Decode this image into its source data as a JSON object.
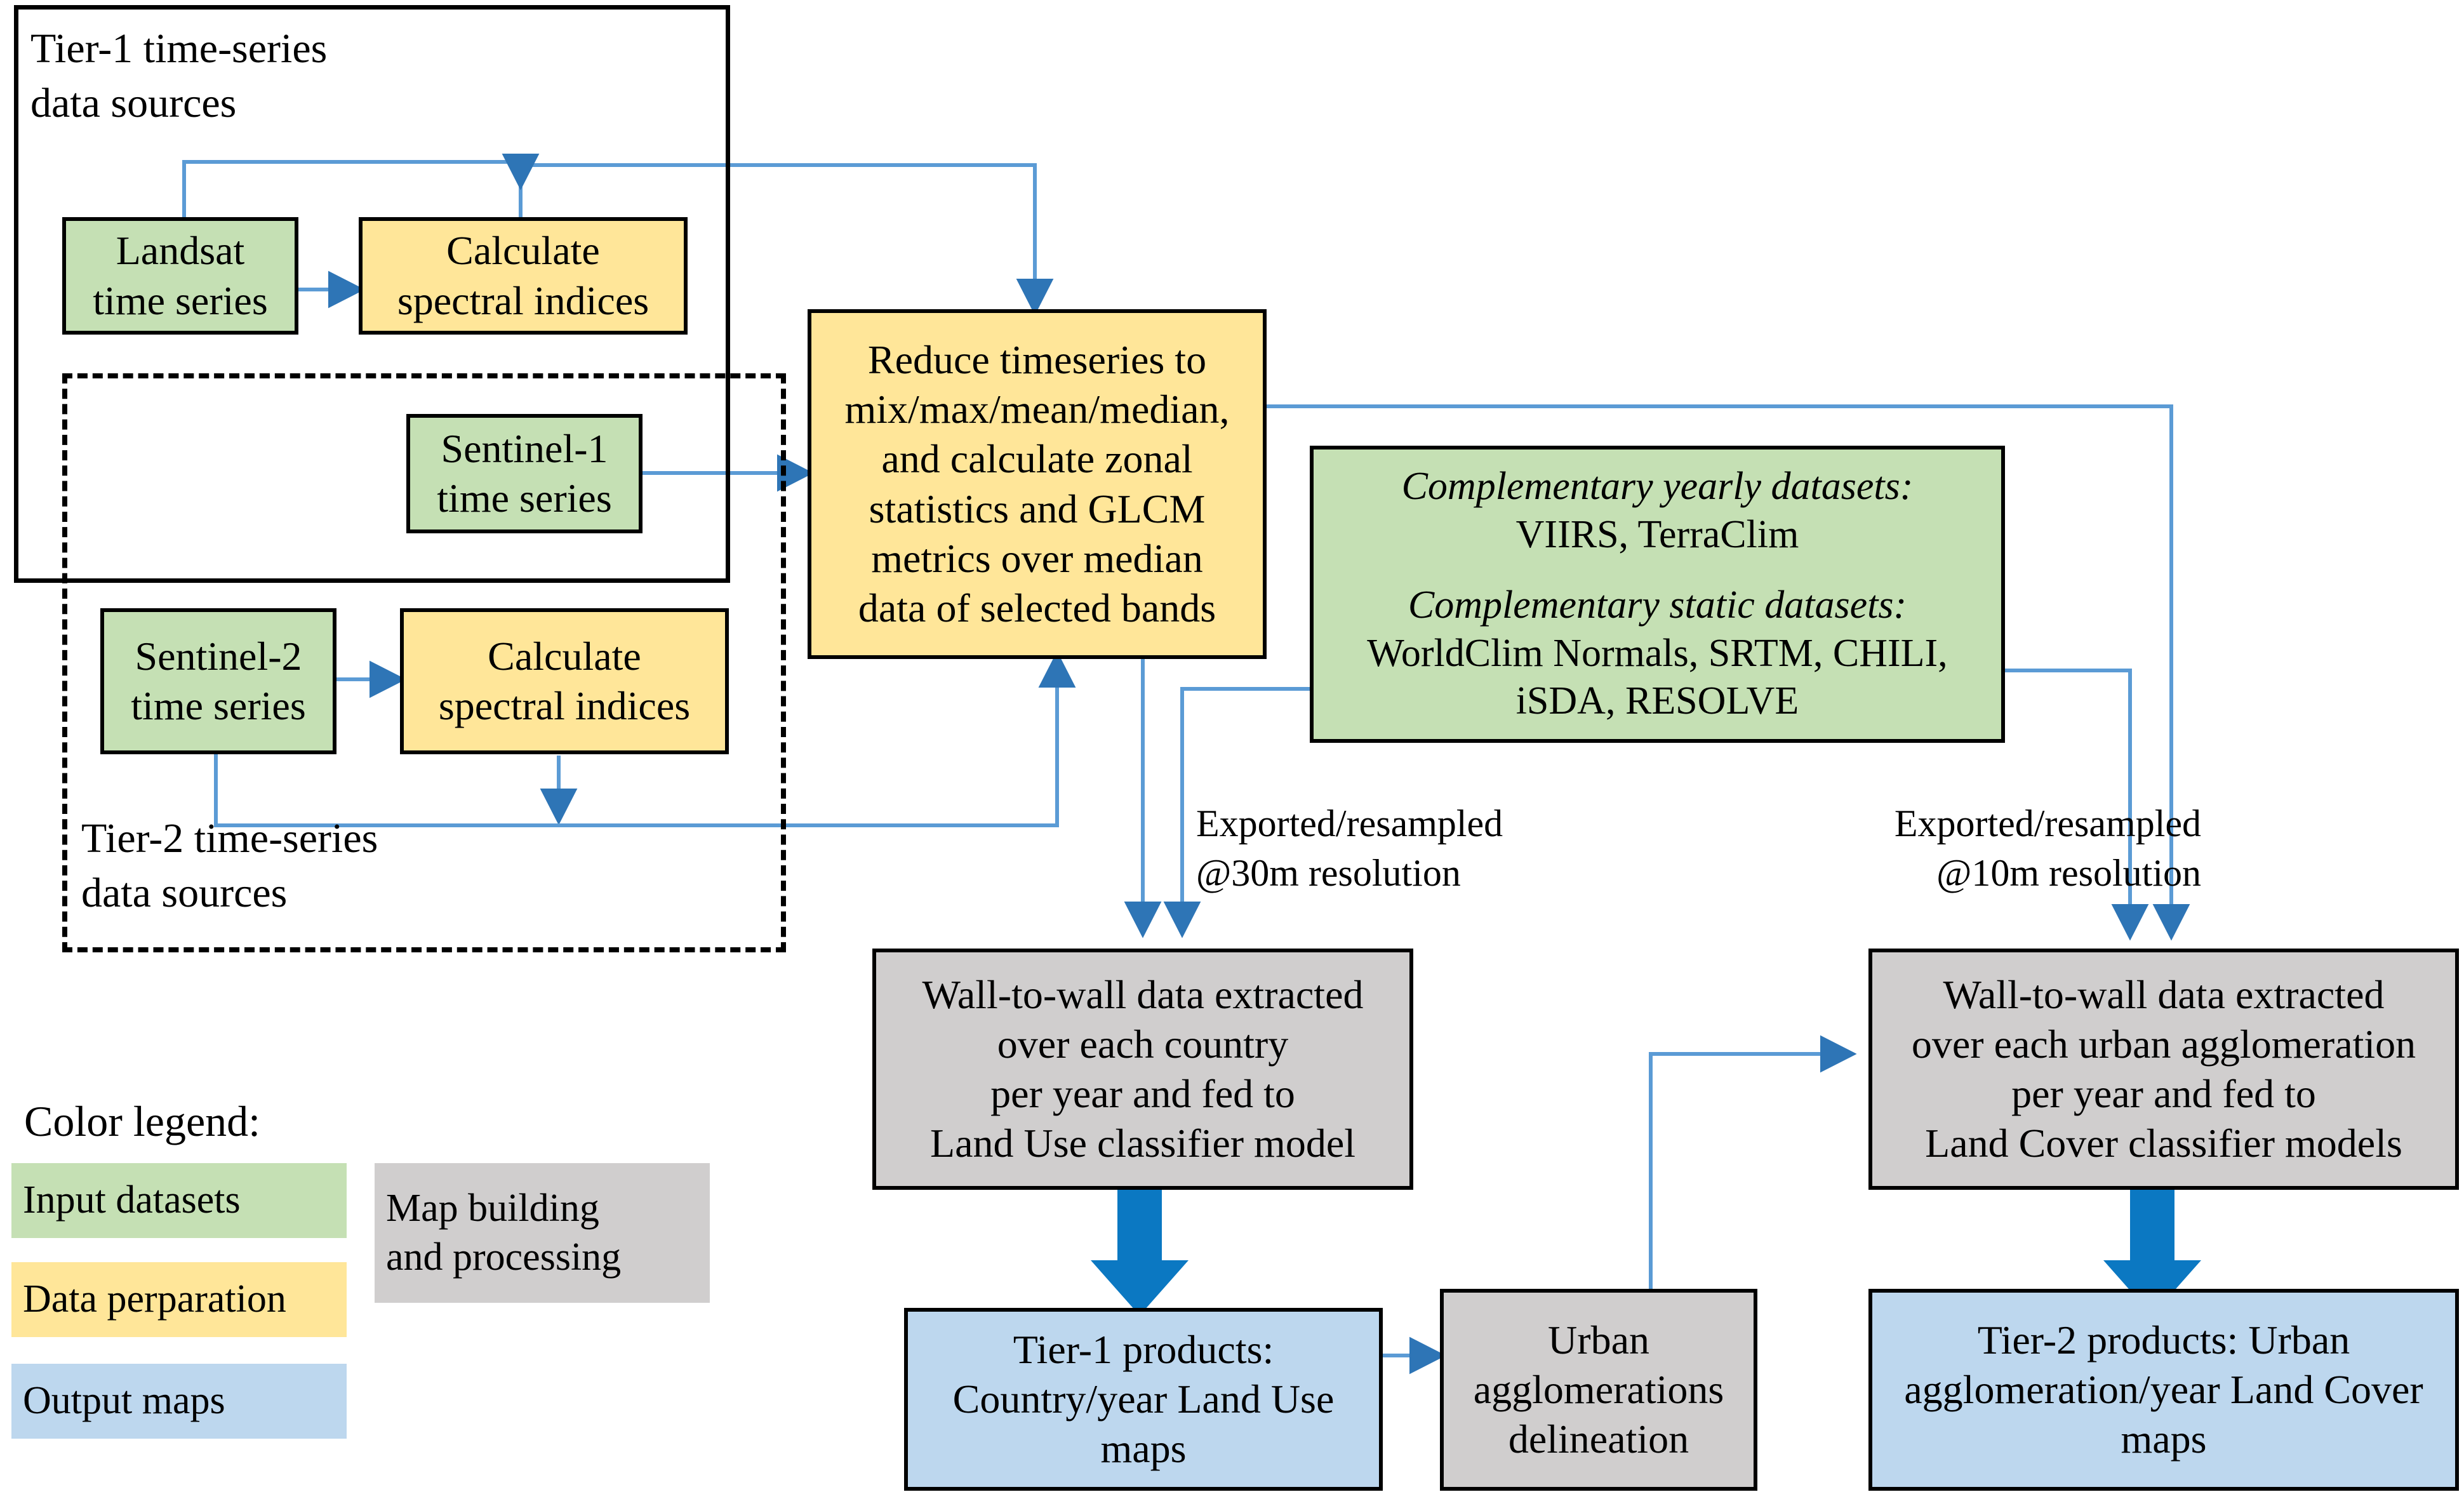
{
  "diagram": {
    "title": "Tier-1 / Tier-2 land use and land cover mapping workflow",
    "colors": {
      "input_datasets": "#c5e0b4",
      "data_preparation": "#ffe699",
      "output_maps": "#bdd7ee",
      "map_building": "#d0cece",
      "connector_line": "#5b9bd5",
      "thick_arrow": "#0b78c2",
      "border": "#000000"
    }
  },
  "groups": {
    "tier1": {
      "label": "Tier-1 time-series\ndata sources"
    },
    "tier2": {
      "label": "Tier-2 time-series\ndata sources"
    }
  },
  "nodes": {
    "landsat": {
      "label": "Landsat\ntime series",
      "type": "input_datasets"
    },
    "calc_indices_1": {
      "label": "Calculate\nspectral indices",
      "type": "data_preparation"
    },
    "sentinel1": {
      "label": "Sentinel-1\ntime series",
      "type": "input_datasets"
    },
    "sentinel2": {
      "label": "Sentinel-2\ntime series",
      "type": "input_datasets"
    },
    "calc_indices_2": {
      "label": "Calculate\nspectral indices",
      "type": "data_preparation"
    },
    "reduce": {
      "label": "Reduce timeseries to\nmix/max/mean/median,\nand calculate zonal\nstatistics and GLCM\nmetrics over median\ndata of selected bands",
      "type": "data_preparation"
    },
    "complementary": {
      "yearly_heading": "Complementary yearly datasets:",
      "yearly_items": "VIIRS, TerraClim",
      "static_heading": "Complementary static datasets:",
      "static_items": "WorldClim Normals, SRTM, CHILI,\niSDA, RESOLVE",
      "type": "input_datasets"
    },
    "wall_country": {
      "label": "Wall-to-wall data extracted\nover each country\nper year and fed to\nLand Use classifier model",
      "type": "map_building"
    },
    "wall_urban": {
      "label": "Wall-to-wall data extracted\nover each urban agglomeration\nper year and fed to\nLand Cover classifier models",
      "type": "map_building"
    },
    "tier1_products": {
      "label": "Tier-1 products:\nCountry/year Land Use\nmaps",
      "type": "output_maps"
    },
    "urban_delineation": {
      "label": "Urban\nagglomerations\ndelineation",
      "type": "map_building"
    },
    "tier2_products": {
      "label": "Tier-2 products: Urban\nagglomeration/year Land Cover\nmaps",
      "type": "output_maps"
    }
  },
  "annotations": {
    "export_30m": "Exported/resampled\n@30m resolution",
    "export_10m": "Exported/resampled\n@10m resolution"
  },
  "legend": {
    "title": "Color legend:",
    "items": [
      {
        "label": "Input datasets",
        "color": "#c5e0b4"
      },
      {
        "label": "Data perparation",
        "color": "#ffe699"
      },
      {
        "label": "Output maps",
        "color": "#bdd7ee"
      },
      {
        "label": "Map building\nand processing",
        "color": "#d0cece"
      }
    ]
  }
}
